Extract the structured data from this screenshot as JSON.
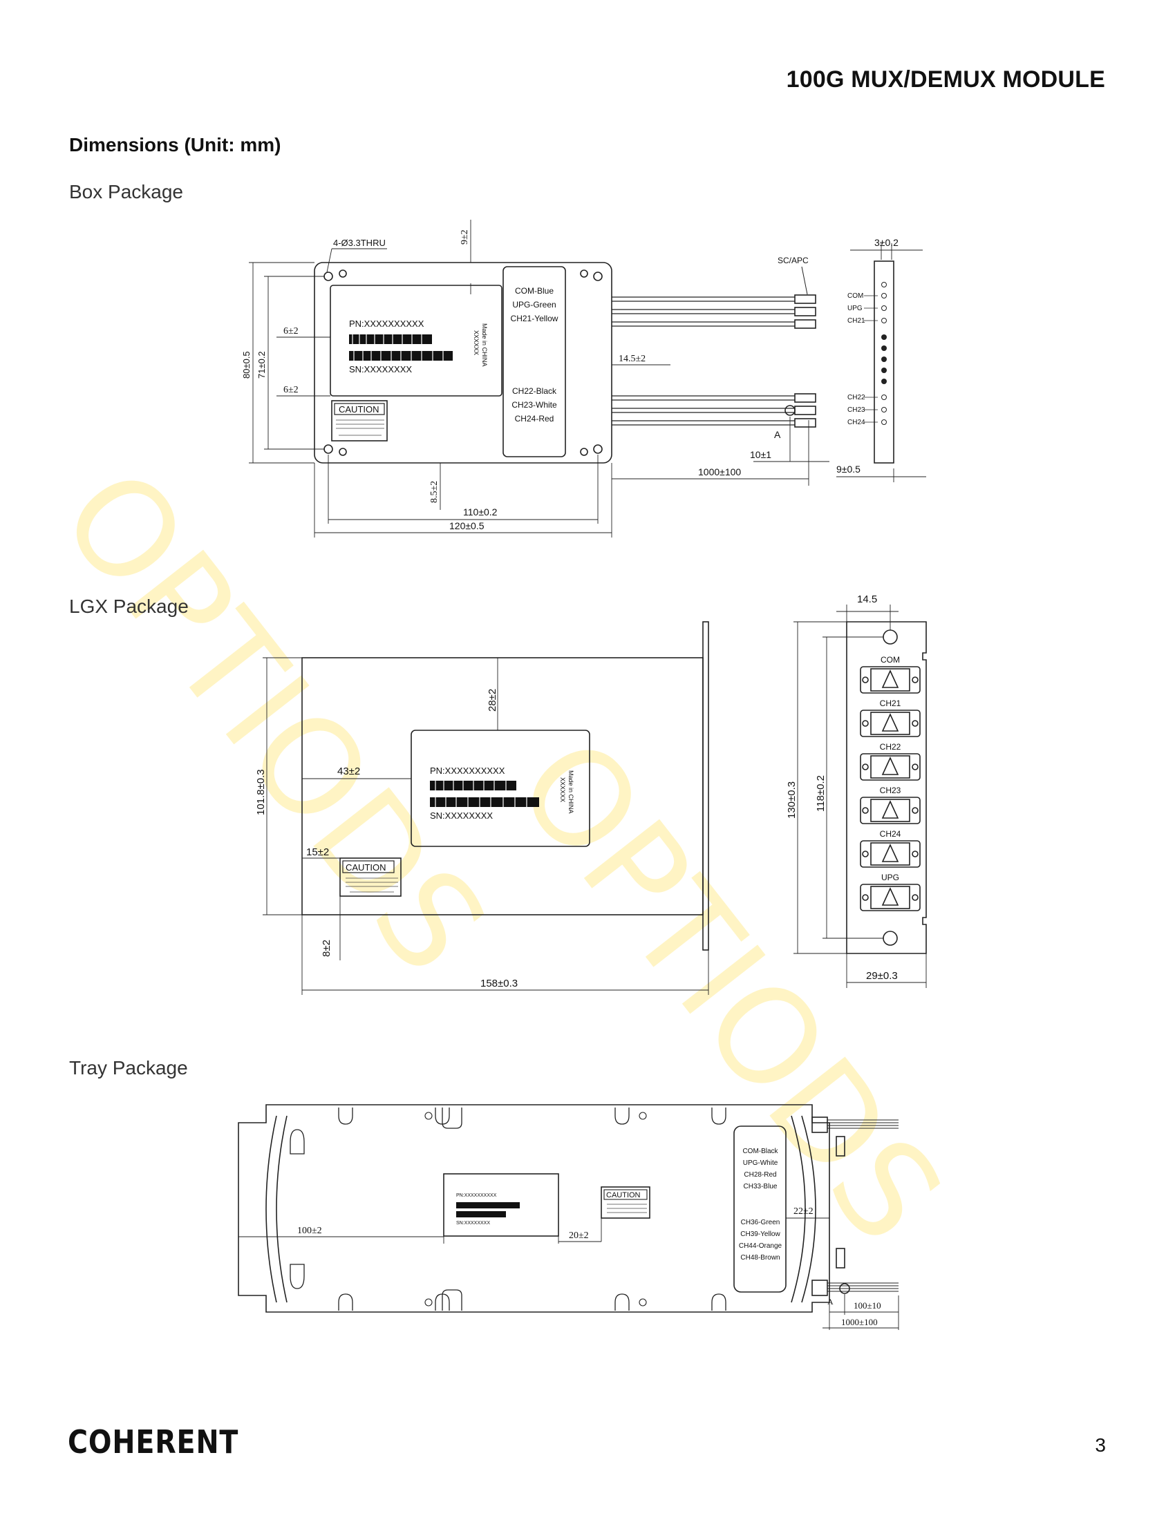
{
  "header": {
    "title": "100G MUX/DEMUX MODULE"
  },
  "section": {
    "title": "Dimensions (Unit: mm)"
  },
  "watermark": {
    "text": "OPTIODS"
  },
  "box": {
    "label": "Box Package",
    "hole_note": "4-Ø3.3THRU",
    "dim_9": "9±2",
    "dim_80": "80±0.5",
    "dim_71": "71±0.2",
    "dim_6a": "6±2",
    "dim_6b": "6±2",
    "dim_14_5": "14.5±2",
    "dim_8_5": "8.5±2",
    "dim_110": "110±0.2",
    "dim_120": "120±0.5",
    "dim_1000": "1000±100",
    "dim_10": "10±1",
    "dim_3": "3±0.2",
    "dim_9b": "9±0.5",
    "connector_label": "SC/APC",
    "detail_a": "A",
    "pn": "PN:XXXXXXXXXX",
    "sn": "SN:XXXXXXXX",
    "made_in": "Made in CHINA",
    "made_code": "XXXXXX",
    "caution": "CAUTION",
    "ports_top": [
      "COM-Blue",
      "UPG-Green",
      "CH21-Yellow"
    ],
    "ports_bottom": [
      "CH22-Black",
      "CH23-White",
      "CH24-Red"
    ],
    "side_top": [
      "COM",
      "UPG",
      "CH21"
    ],
    "side_bottom": [
      "CH22",
      "CH23",
      "CH24"
    ]
  },
  "lgx": {
    "label": "LGX Package",
    "dim_28": "28±2",
    "dim_43": "43±2",
    "dim_101": "101.8±0.3",
    "dim_15": "15±2",
    "dim_8": "8±2",
    "dim_158": "158±0.3",
    "dim_14_5": "14.5",
    "dim_130": "130±0.3",
    "dim_118": "118±0.2",
    "dim_29": "29±0.3",
    "pn": "PN:XXXXXXXXXX",
    "sn": "SN:XXXXXXXX",
    "made_in": "Made in CHINA",
    "made_code": "XXXXXX",
    "caution": "CAUTION",
    "ports": [
      "COM",
      "CH21",
      "CH22",
      "CH23",
      "CH24",
      "UPG"
    ]
  },
  "tray": {
    "label": "Tray Package",
    "dim_100": "100±2",
    "dim_20": "20±2",
    "dim_22": "22±2",
    "dim_100b": "100±10",
    "dim_1000": "1000±100",
    "detail_a": "A",
    "pn": "PN:XXXXXXXXXX",
    "sn": "SN:XXXXXXXX",
    "caution": "CAUTION",
    "ports_top": [
      "COM-Black",
      "UPG-White",
      "CH28-Red",
      "CH33-Blue"
    ],
    "ports_bottom": [
      "CH36-Green",
      "CH39-Yellow",
      "CH44-Orange",
      "CH48-Brown"
    ]
  },
  "footer": {
    "logo": "COHERENT",
    "page": "3"
  }
}
